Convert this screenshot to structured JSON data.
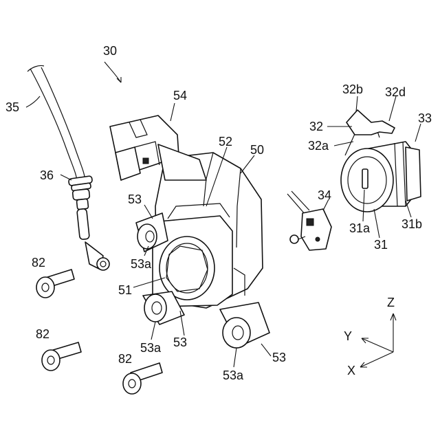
{
  "labels": {
    "l30": "30",
    "l35": "35",
    "l36": "36",
    "l54": "54",
    "l52": "52",
    "l50": "50",
    "l53_top": "53",
    "l53a_left": "53a",
    "l51": "51",
    "l53a_bottom": "53a",
    "l53_bottom": "53",
    "l53_right": "53",
    "l53a_right": "53a",
    "l34": "34",
    "l32b": "32b",
    "l32d": "32d",
    "l32": "32",
    "l33": "33",
    "l32a": "32a",
    "l31a": "31a",
    "l31": "31",
    "l31b": "31b",
    "l82_a": "82",
    "l82_b": "82",
    "l82_c": "82"
  },
  "axes": {
    "z": "Z",
    "y": "Y",
    "x": "X"
  }
}
